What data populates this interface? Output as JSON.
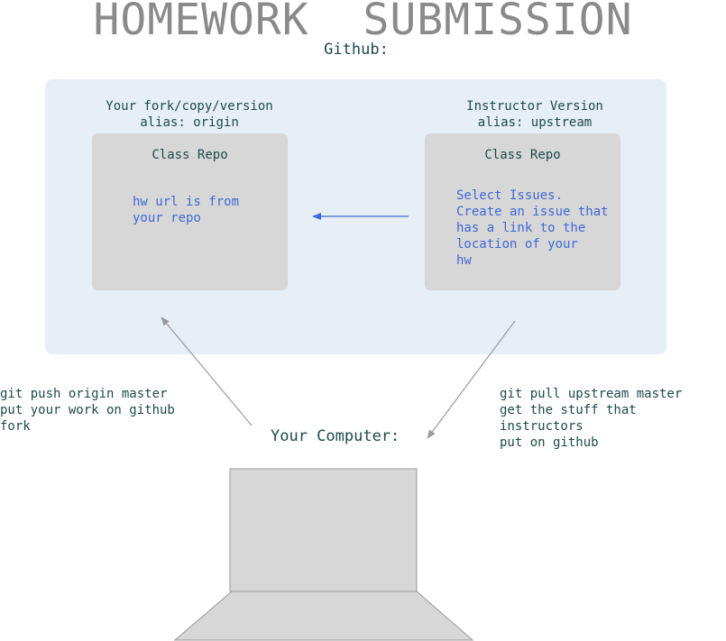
{
  "title": "HOMEWORK  SUBMISSION",
  "github_label": "Github:",
  "fork_repo": {
    "label": "Your fork/copy/version\nalias: origin",
    "box_title": "Class Repo",
    "note": "hw url is from\nyour repo"
  },
  "instructor_repo": {
    "label": "Instructor Version\nalias: upstream",
    "box_title": "Class Repo",
    "note": "Select Issues.\nCreate an issue that\nhas a link to the\nlocation of your\nhw"
  },
  "push_note": "git push origin master\nput your work on github\nfork",
  "pull_note": "git pull upstream master\nget the stuff that instructors\nput on github",
  "computer_label": "Your Computer:",
  "colors": {
    "panel_bg": "#e6eef6",
    "box_bg": "#d7d7d7",
    "note_blue": "#4169d6",
    "arrow_gray": "#9a9a9a",
    "text_teal": "#1e4a4a",
    "title_gray": "#8a8a8a"
  }
}
